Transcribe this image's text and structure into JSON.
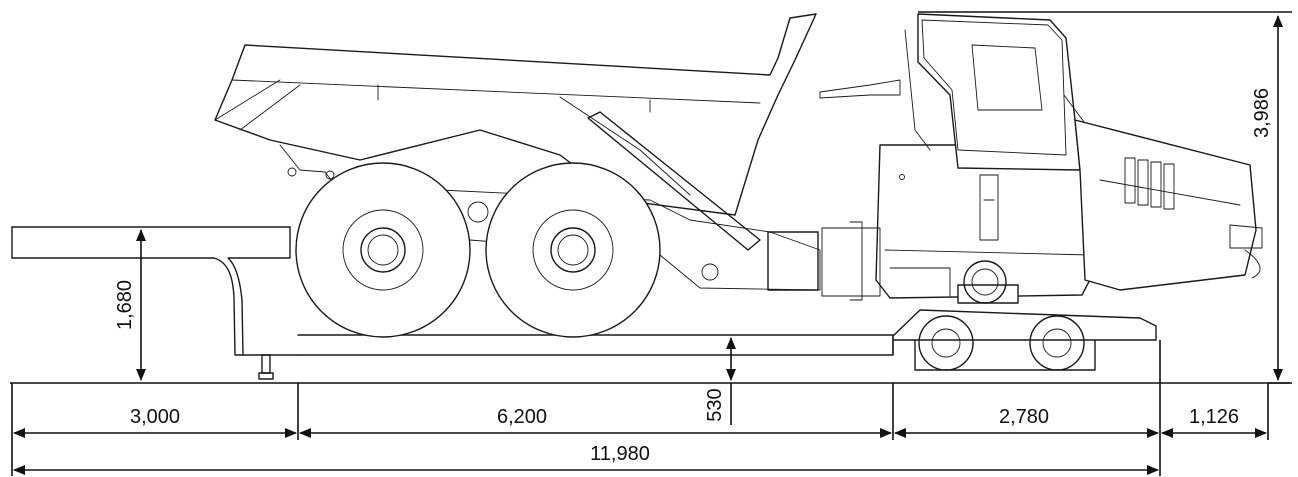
{
  "dimensions": {
    "front_overhang": "3,000",
    "deck_length": "6,200",
    "rear_section": "2,780",
    "rear_overhang": "1,126",
    "overall_length": "11,980",
    "gooseneck_height": "1,680",
    "deck_height": "530",
    "overall_height": "3,986"
  },
  "colors": {
    "line": "#1a1a1a",
    "background": "#ffffff"
  }
}
